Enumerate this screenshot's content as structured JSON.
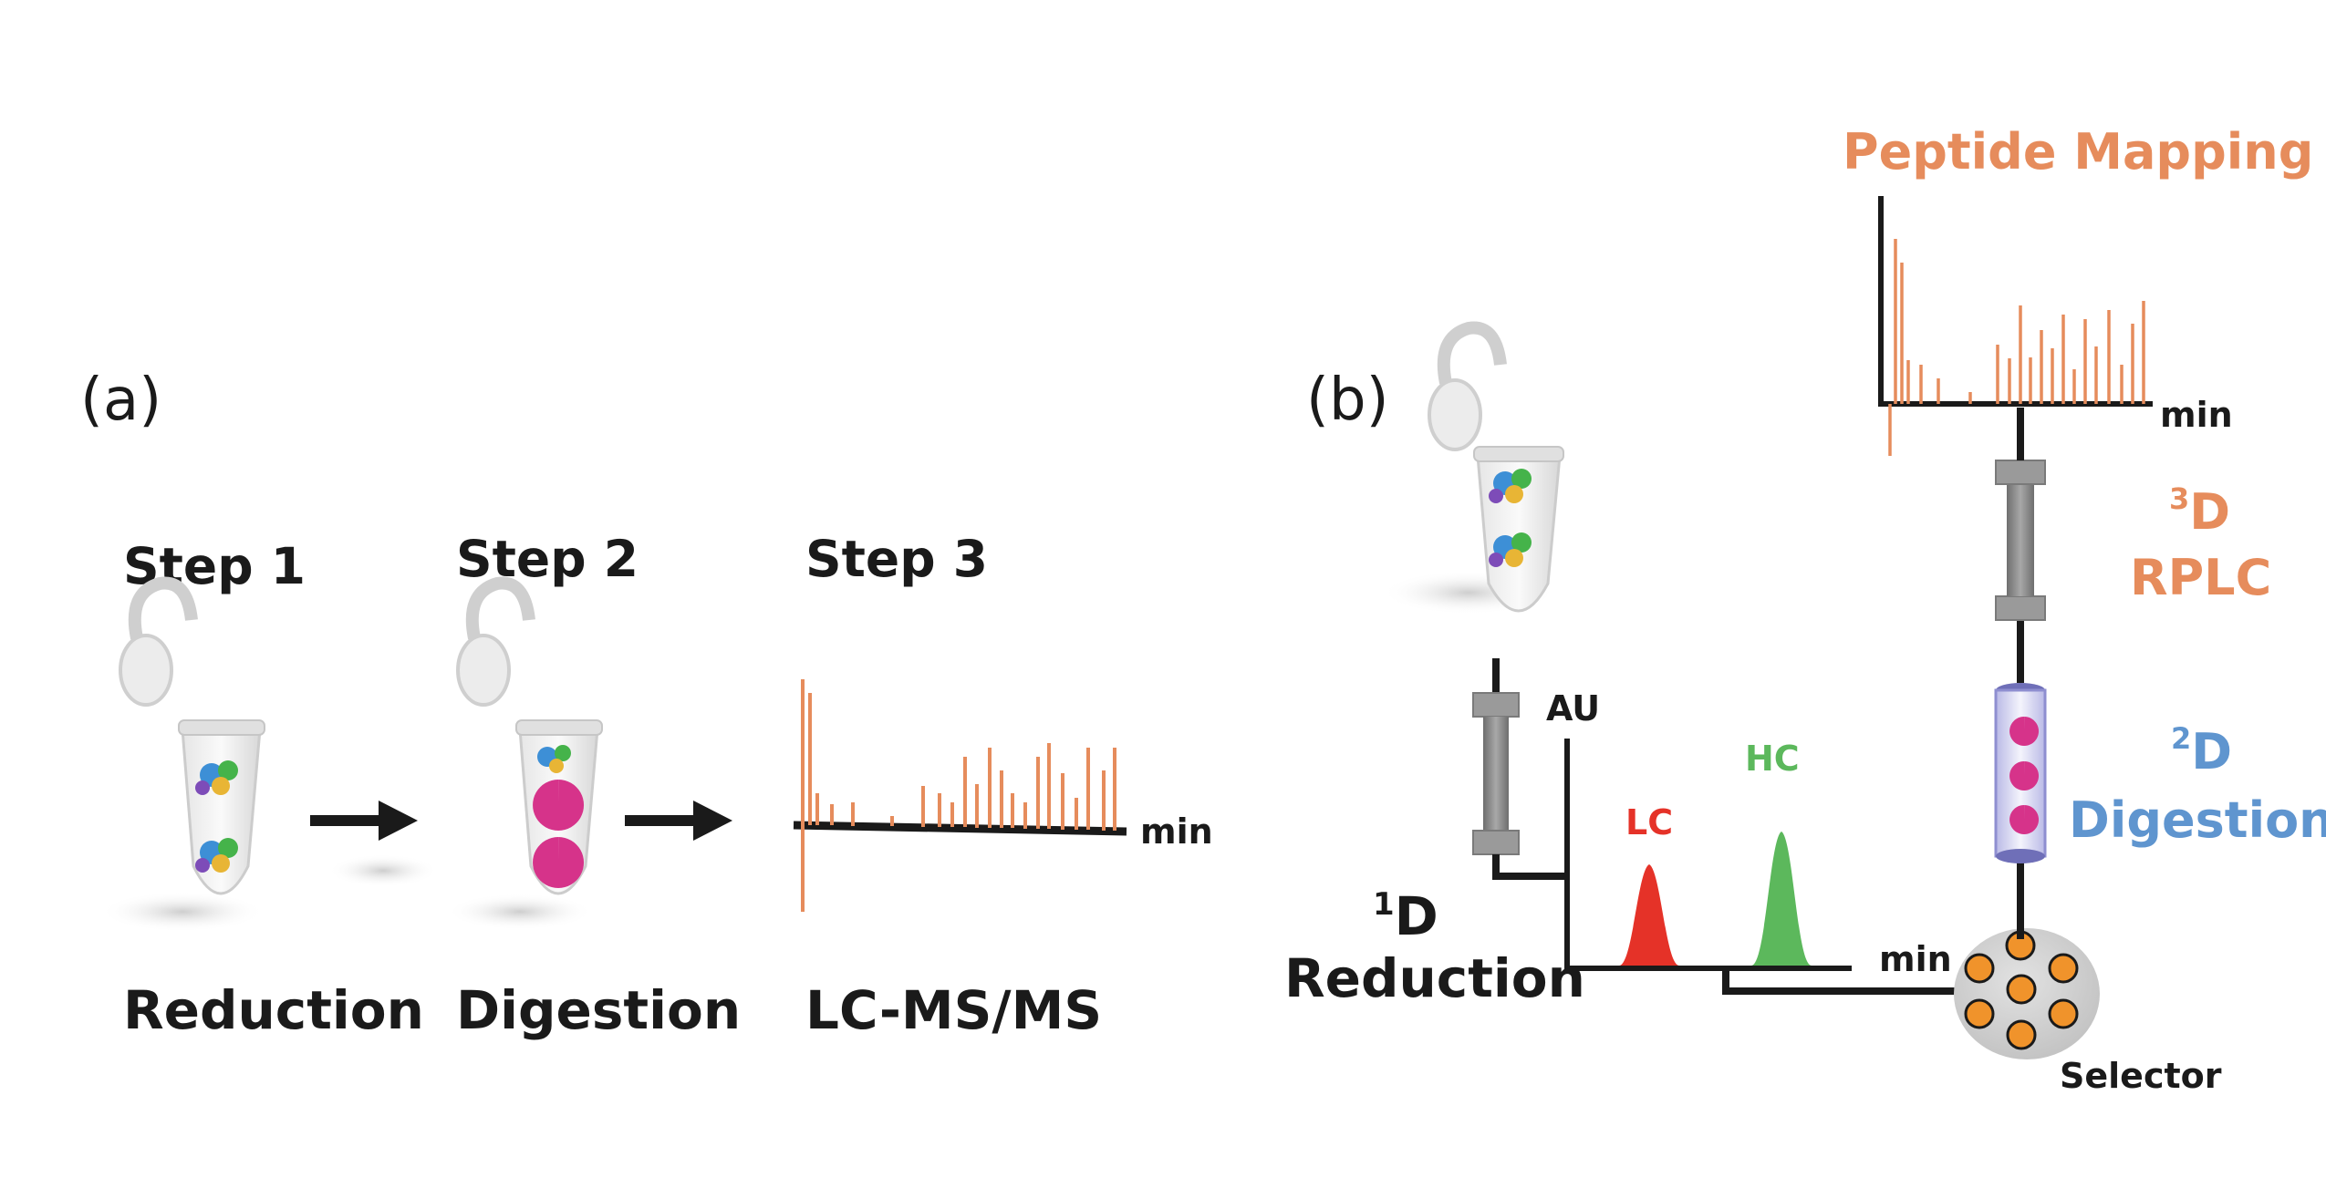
{
  "panel_a": {
    "label": "(a)",
    "steps": [
      {
        "title": "Step 1",
        "caption": "Reduction"
      },
      {
        "title": "Step 2",
        "caption": "Digestion"
      },
      {
        "title": "Step 3",
        "caption": "LC-MS/MS"
      }
    ],
    "axis_label": "min"
  },
  "panel_b": {
    "label": "(b)",
    "peptide_mapping": "Peptide Mapping",
    "top_axis": "min",
    "third_d": {
      "sup": "3",
      "d": "D",
      "name": "RPLC"
    },
    "second_d": {
      "sup": "2",
      "d": "D",
      "name": "Digestion"
    },
    "first_d": {
      "sup": "1",
      "d": "D",
      "name": "Reduction"
    },
    "au_label": "AU",
    "lc_label": "LC",
    "hc_label": "HC",
    "bottom_axis": "min",
    "selector_label": "Selector"
  },
  "colors": {
    "orange": "#e68c5c",
    "blue": "#5f95cf",
    "red": "#e53228",
    "green": "#5cb85c",
    "magenta": "#d6338a",
    "column_gray": "#8a8a8a"
  }
}
